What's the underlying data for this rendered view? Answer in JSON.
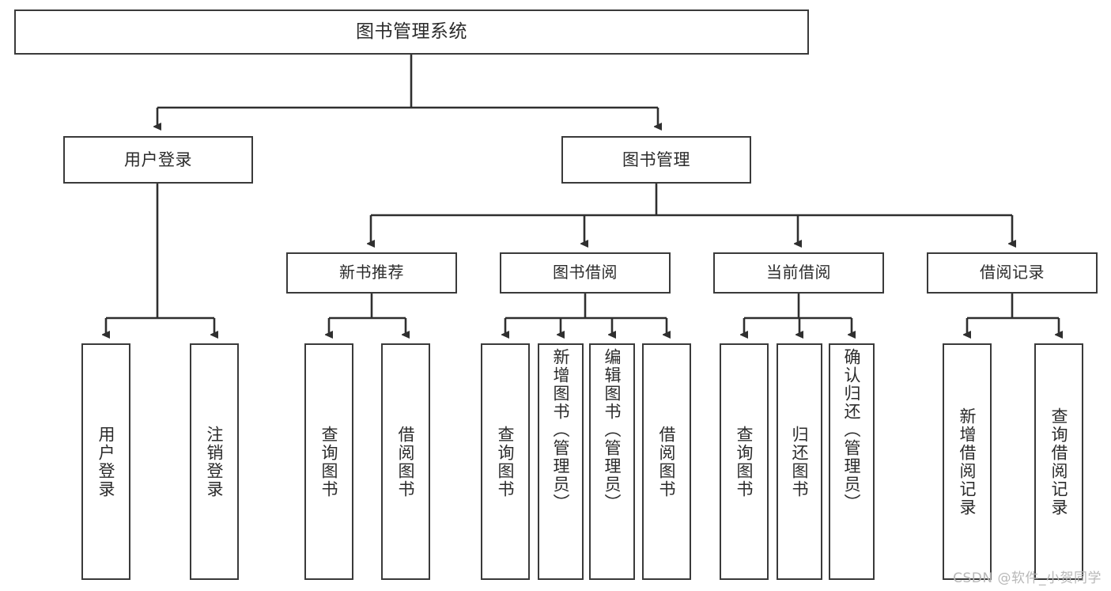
{
  "diagram": {
    "type": "tree-hierarchy-chart",
    "title": "图书管理系统",
    "colors": {
      "box_border": "#3a3a3a",
      "box_fill": "#ffffff",
      "connector": "#2f2f2f",
      "text": "#2b2b2b",
      "watermark": "#b8b8b8",
      "background": "#ffffff"
    },
    "root": {
      "label": "图书管理系统"
    },
    "level1": [
      {
        "label": "用户登录"
      },
      {
        "label": "图书管理"
      }
    ],
    "level2": [
      {
        "label": "新书推荐"
      },
      {
        "label": "图书借阅"
      },
      {
        "label": "当前借阅"
      },
      {
        "label": "借阅记录"
      }
    ],
    "leaves": [
      {
        "label": "用户登录",
        "parent": "用户登录"
      },
      {
        "label": "注销登录",
        "parent": "用户登录"
      },
      {
        "label": "查询图书",
        "parent": "新书推荐"
      },
      {
        "label": "借阅图书",
        "parent": "新书推荐"
      },
      {
        "label": "查询图书",
        "parent": "图书借阅"
      },
      {
        "label": "新增图书（管理员）",
        "parent": "图书借阅"
      },
      {
        "label": "编辑图书（管理员）",
        "parent": "图书借阅"
      },
      {
        "label": "借阅图书",
        "parent": "图书借阅"
      },
      {
        "label": "查询图书",
        "parent": "当前借阅"
      },
      {
        "label": "归还图书",
        "parent": "当前借阅"
      },
      {
        "label": "确认归还（管理员）",
        "parent": "当前借阅"
      },
      {
        "label": "新增借阅记录",
        "parent": "借阅记录"
      },
      {
        "label": "查询借阅记录",
        "parent": "借阅记录"
      }
    ]
  },
  "watermark": {
    "text": "CSDN @软件_小贺同学"
  }
}
